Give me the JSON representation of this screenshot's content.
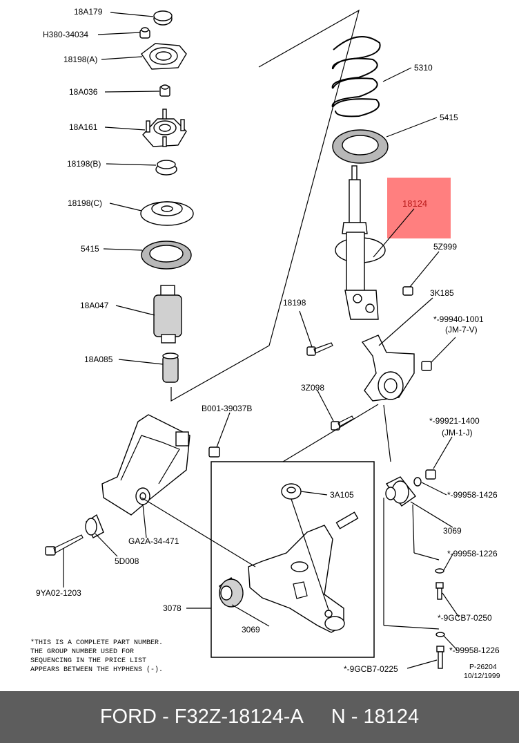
{
  "labels": {
    "l18A179": "18A179",
    "lH380": "H380-34034",
    "l18198A": "18198(A)",
    "l18A036": "18A036",
    "l18A161": "18A161",
    "l18198B": "18198(B)",
    "l18198C": "18198(C)",
    "l5415a": "5415",
    "l18A047": "18A047",
    "l18A085": "18A085",
    "l5310": "5310",
    "l5415b": "5415",
    "l18124": "18124",
    "l5Z999": "5Z999",
    "l3K185": "3K185",
    "l18198": "18198",
    "l99940": "*-99940-1001",
    "lJM7V": "(JM-7-V)",
    "l3Z098": "3Z098",
    "lB001": "B001-39037B",
    "l99921": "*-99921-1400",
    "lJM1J": "(JM-1-J)",
    "l3A105": "3A105",
    "l99958a": "*-99958-1426",
    "lGA2A": "GA2A-34-471",
    "l3069a": "3069",
    "l5D008": "5D008",
    "l99958b": "*-99958-1226",
    "l9YA02": "9YA02-1203",
    "l9GCB7a": "*-9GCB7-0250",
    "l3078": "3078",
    "l3069b": "3069",
    "l99958c": "*-99958-1226",
    "lP26204": "P-26204",
    "lDate": "10/12/1999",
    "l9GCB7b": "*-9GCB7-0225"
  },
  "note": {
    "line1": "*THIS IS A COMPLETE PART NUMBER.",
    "line2": "THE GROUP NUMBER USED FOR",
    "line3": "SEQUENCING IN THE PRICE LIST",
    "line4": "APPEARS BETWEEN THE HYPHENS (-)."
  },
  "highlight_color": "#ff7f7f",
  "footer": {
    "brand": "FORD",
    "part_number": "F32Z-18124-A",
    "group_label": "N - 18124",
    "separator": " - "
  }
}
